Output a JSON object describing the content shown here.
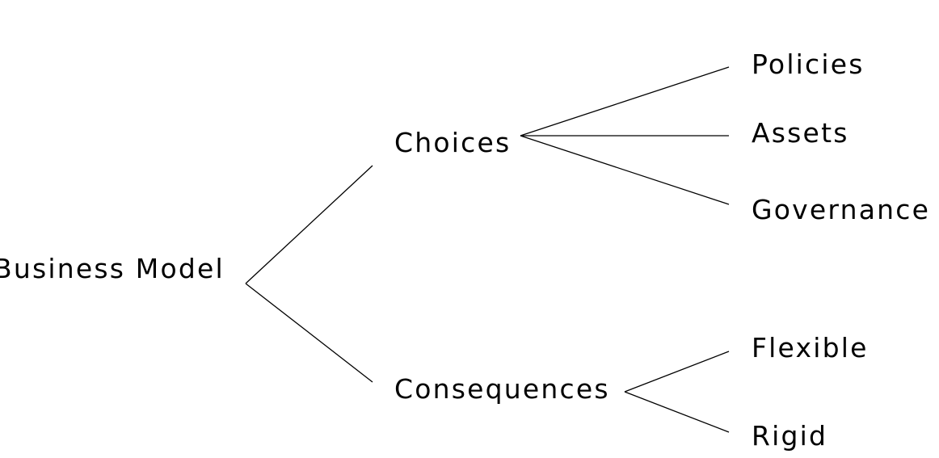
{
  "tree": {
    "root": {
      "label": "Business Model"
    },
    "choices": {
      "label": "Choices",
      "children": [
        {
          "label": "Policies"
        },
        {
          "label": "Assets"
        },
        {
          "label": "Governance"
        }
      ]
    },
    "consequences": {
      "label": "Consequences",
      "children": [
        {
          "label": "Flexible"
        },
        {
          "label": "Rigid"
        }
      ]
    }
  },
  "colors": {
    "background": "#ffffff",
    "ink": "#000000"
  }
}
